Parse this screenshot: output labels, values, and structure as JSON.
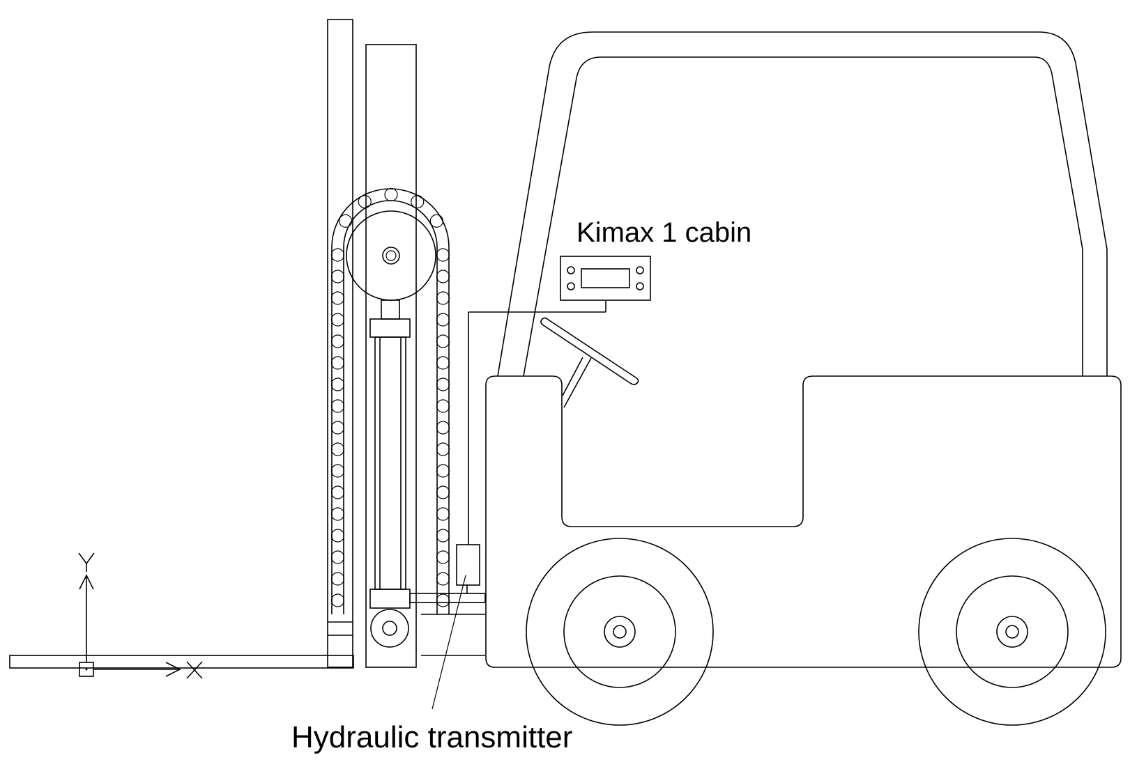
{
  "labels": {
    "cabin_display": "Kimax 1 cabin",
    "transmitter": "Hydraulic transmitter"
  },
  "ucs_icon": {
    "x_axis": "X",
    "y_axis": "Y"
  },
  "colors": {
    "background": "#ffffff",
    "stroke": "#000000"
  }
}
